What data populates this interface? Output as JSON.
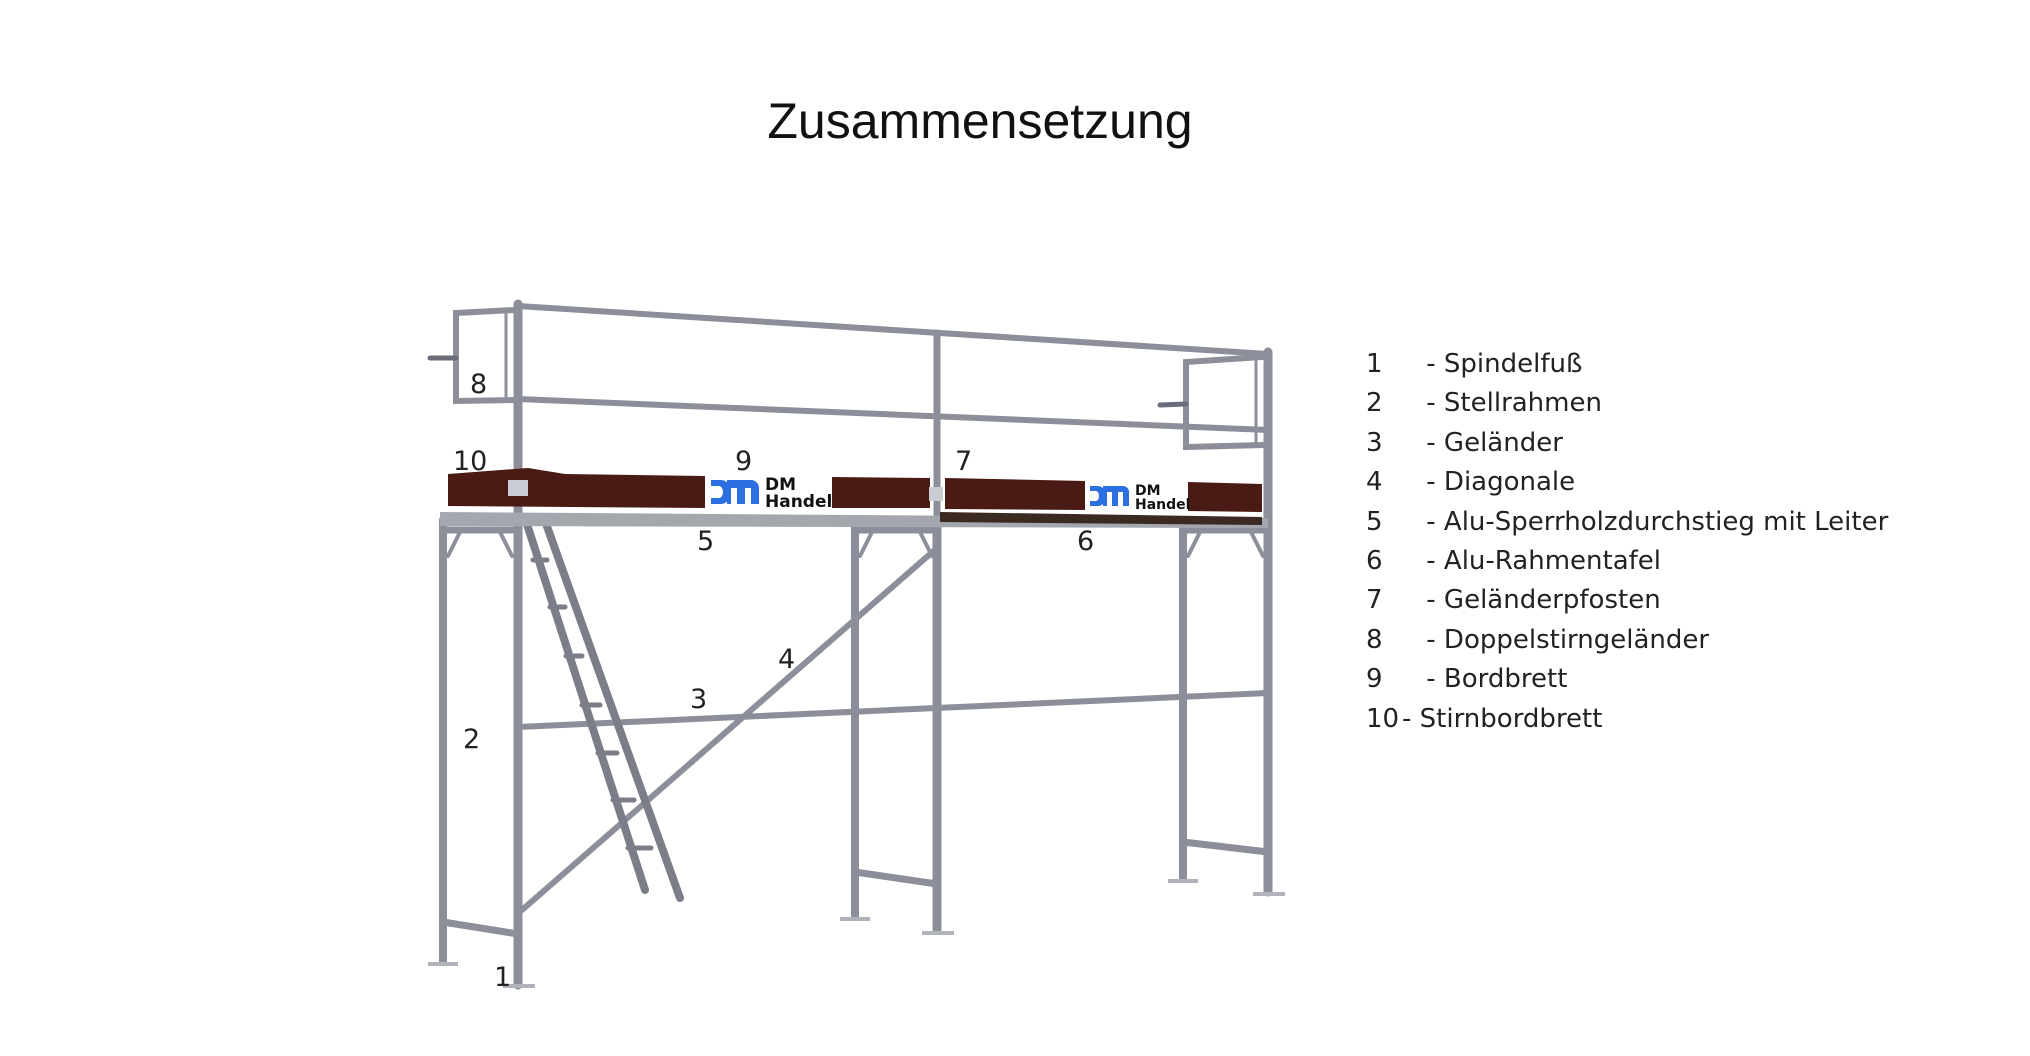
{
  "title": "Zusammensetzung",
  "colors": {
    "tube": "#8c8f99",
    "tube_dark": "#6b6e78",
    "toe_board": "#4a1a14",
    "deck": "#a4a7ae",
    "logo_blue": "#2b6fe0",
    "text": "#222222"
  },
  "legend": {
    "items": [
      {
        "num": "1",
        "sep": " - ",
        "label": "Spindelfuß"
      },
      {
        "num": "2",
        "sep": " - ",
        "label": "Stellrahmen"
      },
      {
        "num": "3",
        "sep": " - ",
        "label": "Geländer"
      },
      {
        "num": "4",
        "sep": " - ",
        "label": "Diagonale"
      },
      {
        "num": "5",
        "sep": " - ",
        "label": "Alu-Sperrholzdurchstieg mit Leiter"
      },
      {
        "num": "6",
        "sep": " - ",
        "label": "Alu-Rahmentafel"
      },
      {
        "num": "7",
        "sep": " - ",
        "label": "Geländerpfosten"
      },
      {
        "num": "8",
        "sep": " - ",
        "label": "Doppelstirngeländer"
      },
      {
        "num": "9",
        "sep": " - ",
        "label": "Bordbrett"
      },
      {
        "num": "10",
        "sep": "- ",
        "label": "Stirnbordbrett"
      }
    ]
  },
  "callouts": {
    "c1": "1",
    "c2": "2",
    "c3": "3",
    "c4": "4",
    "c5": "5",
    "c6": "6",
    "c7": "7",
    "c8": "8",
    "c9": "9",
    "c10": "10"
  },
  "logo": {
    "line1": "DM",
    "line2": "Handel"
  }
}
